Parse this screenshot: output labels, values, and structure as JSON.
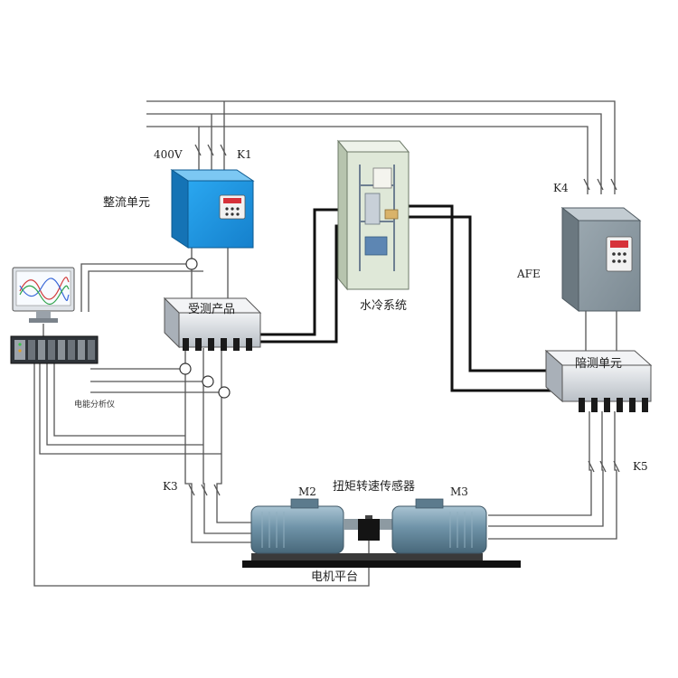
{
  "labels": {
    "voltage": "400V",
    "k1": "K1",
    "k3": "K3",
    "k4": "K4",
    "k5": "K5",
    "rectifier_unit": "整流单元",
    "water_cooling": "水冷系统",
    "afe": "AFE",
    "dut": "受测产品",
    "companion_unit": "陪测单元",
    "power_analyzer": "电能分析仪",
    "m2": "M2",
    "m3": "M3",
    "torque_sensor": "扭矩转速传感器",
    "motor_platform": "电机平台"
  },
  "colors": {
    "rectifier_blue": "#1e9be6",
    "afe_gray": "#8c9aa3",
    "cooling_green": "#dfe8d8",
    "unit_silver": "#d9dde2",
    "motor_steel": "#7fa1b6",
    "wire": "#444444",
    "cable": "#111111"
  },
  "icons": [
    "monitor-icon",
    "analyzer-rack-icon",
    "display-keypad-icon",
    "current-sensor-icon"
  ]
}
